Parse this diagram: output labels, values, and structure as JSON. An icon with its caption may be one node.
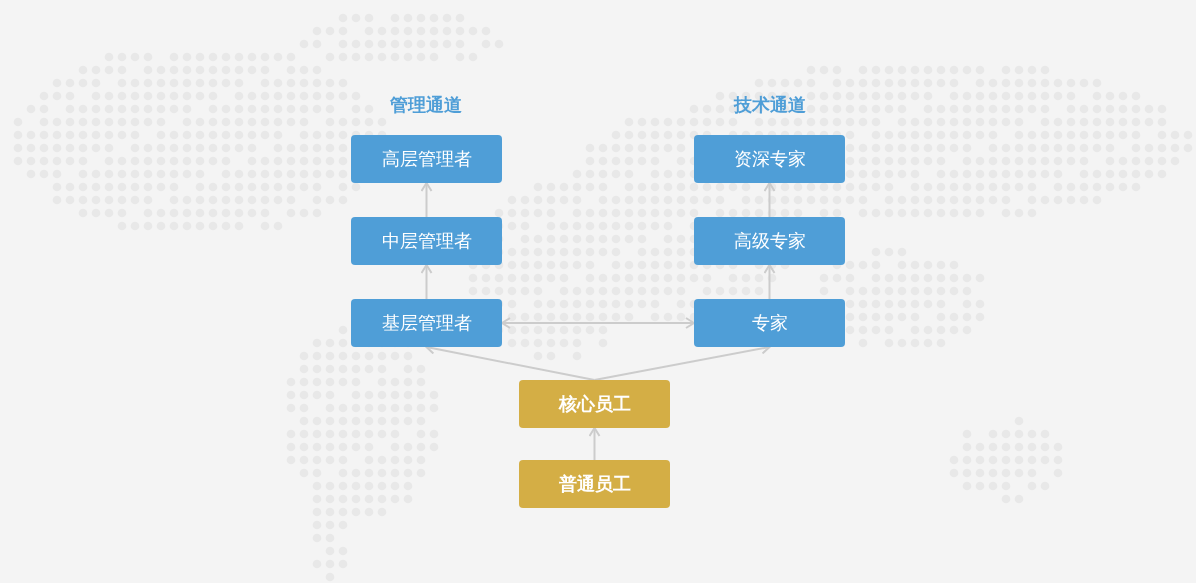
{
  "diagram": {
    "nodes": [
      {
        "text": [
          "高层管理者"
        ]
      },
      {
        "text": [
          "资深专家"
        ]
      },
      {
        "text": [
          "中层管理者"
        ]
      },
      {
        "text": [
          "高级专家"
        ]
      },
      {
        "text": [
          "基层管理者"
        ]
      },
      {
        "text": [
          "专家"
        ]
      },
      {
        "text": [
          "核心员工"
        ]
      },
      {
        "text": [
          "普通员工"
        ]
      }
    ],
    "edges": [
      {
        "from": 2,
        "to": 0,
        "arrow": "to"
      },
      {
        "from": 4,
        "to": 2,
        "arrow": "to"
      },
      {
        "from": 3,
        "to": 1,
        "arrow": "to"
      },
      {
        "from": 5,
        "to": 3,
        "arrow": "to"
      },
      {
        "from": 4,
        "to": 5,
        "arrow": "both"
      },
      {
        "from": 6,
        "to": 4,
        "arrow": "to"
      },
      {
        "from": 6,
        "to": 5,
        "arrow": "to"
      },
      {
        "from": 7,
        "to": 6,
        "arrow": "to"
      }
    ],
    "labels": [
      "管理通道",
      "技术通道"
    ]
  }
}
